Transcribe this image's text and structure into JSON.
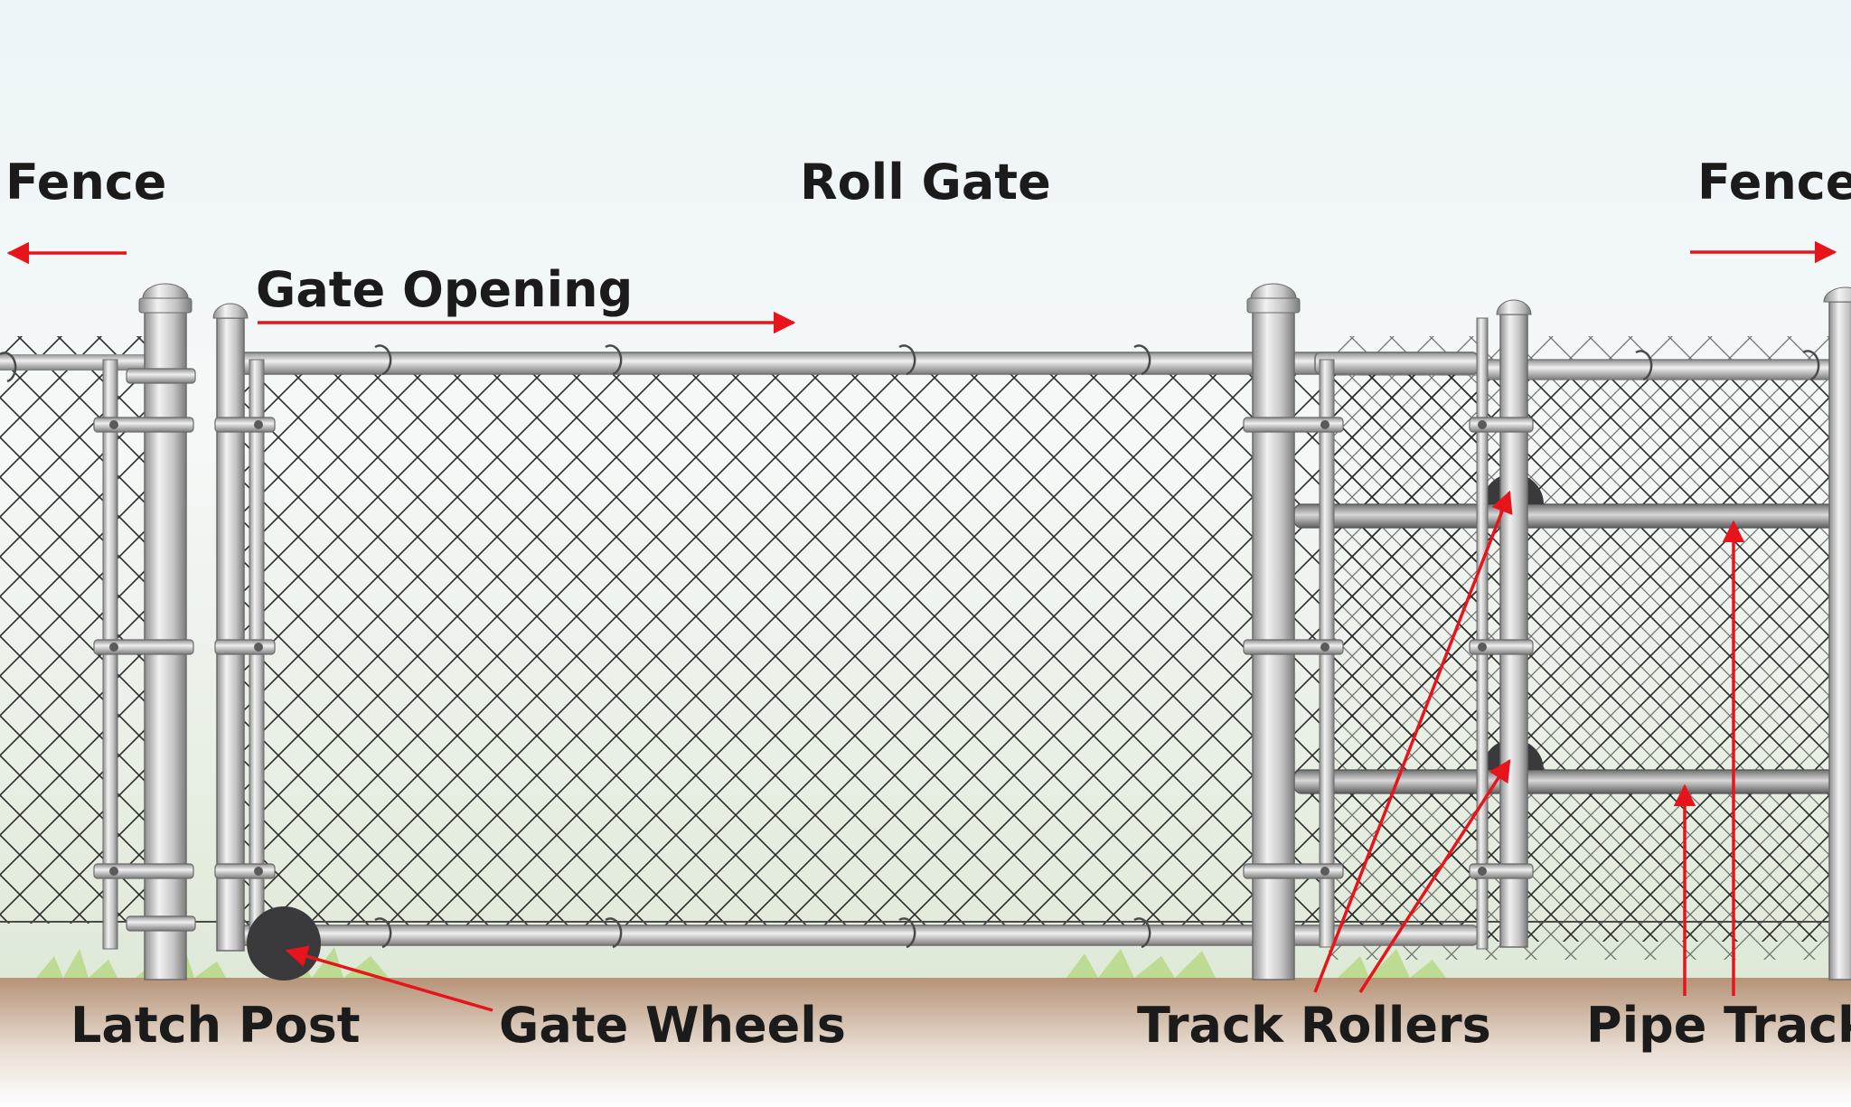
{
  "labels": {
    "fence_left": "Fence",
    "roll_gate": "Roll Gate",
    "fence_right": "Fence",
    "gate_opening": "Gate Opening",
    "latch_post": "Latch Post",
    "gate_wheels": "Gate Wheels",
    "track_rollers": "Track Rollers",
    "pipe_track": "Pipe Track"
  },
  "colors": {
    "arrow": "#e8141c",
    "wire": "#2b2b2b",
    "post_light": "#eeeeee",
    "post_dark": "#8e8e8e",
    "wheel": "#3a3a3c",
    "ground_top": "#b59377",
    "ground_bottom": "#ffffff",
    "sky_top": "#edf5f9",
    "fog_bottom": "#dfe9d8",
    "grass": "#b9d989"
  }
}
